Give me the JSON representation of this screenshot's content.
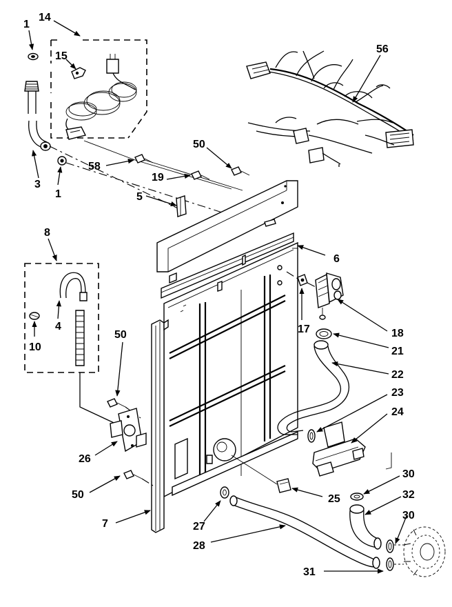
{
  "callouts": [
    {
      "id": "c14",
      "text": "14"
    },
    {
      "id": "c1a",
      "text": "1"
    },
    {
      "id": "c15",
      "text": "15"
    },
    {
      "id": "c56",
      "text": "56"
    },
    {
      "id": "c50a",
      "text": "50"
    },
    {
      "id": "c58",
      "text": "58"
    },
    {
      "id": "c19",
      "text": "19"
    },
    {
      "id": "c3",
      "text": "3"
    },
    {
      "id": "c1b",
      "text": "1"
    },
    {
      "id": "c5",
      "text": "5"
    },
    {
      "id": "c8",
      "text": "8"
    },
    {
      "id": "c6",
      "text": "6"
    },
    {
      "id": "c4",
      "text": "4"
    },
    {
      "id": "c10",
      "text": "10"
    },
    {
      "id": "c17",
      "text": "17"
    },
    {
      "id": "c18",
      "text": "18"
    },
    {
      "id": "c50b",
      "text": "50"
    },
    {
      "id": "c21",
      "text": "21"
    },
    {
      "id": "c22",
      "text": "22"
    },
    {
      "id": "c23",
      "text": "23"
    },
    {
      "id": "c24",
      "text": "24"
    },
    {
      "id": "c26",
      "text": "26"
    },
    {
      "id": "c50c",
      "text": "50"
    },
    {
      "id": "c25",
      "text": "25"
    },
    {
      "id": "c30a",
      "text": "30"
    },
    {
      "id": "c32",
      "text": "32"
    },
    {
      "id": "c30b",
      "text": "30"
    },
    {
      "id": "c7",
      "text": "7"
    },
    {
      "id": "c27",
      "text": "27"
    },
    {
      "id": "c28",
      "text": "28"
    },
    {
      "id": "c31",
      "text": "31"
    }
  ]
}
